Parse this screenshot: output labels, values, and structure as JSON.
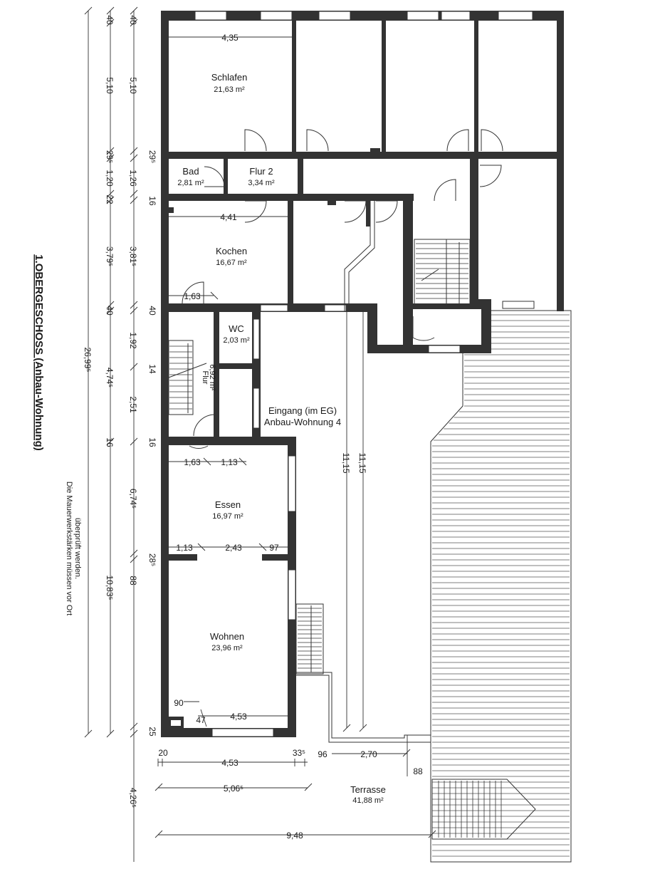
{
  "title": "1.OBERGESCHOSS (Anbau-Wohnung)",
  "note": [
    "Die Mauerwerkstärken müssen vor Ort",
    "überprüft werden."
  ],
  "rooms": {
    "schlafen": {
      "name": "Schlafen",
      "area": "21,63 m²"
    },
    "bad": {
      "name": "Bad",
      "area": "2,81 m²"
    },
    "flur2": {
      "name": "Flur 2",
      "area": "3,34 m²"
    },
    "kochen": {
      "name": "Kochen",
      "area": "16,67 m²"
    },
    "wc": {
      "name": "WC",
      "area": "2,03 m²"
    },
    "flur": {
      "name": "Flur",
      "area": "6,92 m²"
    },
    "eingang": {
      "line1": "Eingang (im EG)",
      "line2": "Anbau-Wohnung 4"
    },
    "essen": {
      "name": "Essen",
      "area": "16,97 m²"
    },
    "wohnen": {
      "name": "Wohnen",
      "area": "23,96 m²"
    },
    "terrasse": {
      "name": "Terrasse",
      "area": "41,88 m²"
    }
  },
  "dims": {
    "d435": "4,35",
    "d441": "4,41",
    "d163a": "1,63",
    "d163b": "1,63",
    "d113a": "1,13",
    "d113b": "1,13",
    "d243": "2,43",
    "d97": "97",
    "d90": "90",
    "d47": "47",
    "d453a": "4,53",
    "d1115a": "11,15",
    "d1115b": "11,15",
    "b20": "20",
    "b335": "33⁵",
    "b453": "4,53",
    "b5065": "5,06⁵",
    "b948": "9,48",
    "b96": "96",
    "b270": "2,70",
    "b88": "88",
    "v2699": "26,99⁵",
    "l40": "40",
    "l510": "5,10",
    "l295": "29⁵",
    "l120": "1,20",
    "l22": "22",
    "l3795": "3,79⁵",
    "l40b": "40",
    "l4745": "4,74⁵",
    "l16": "16",
    "l1083": "10,83⁵",
    "r40": "40",
    "r510": "5,10",
    "r295": "29⁵",
    "r126": "1,26",
    "r16": "16",
    "r3815": "3,81⁵",
    "r40b": "40",
    "r192": "1,92",
    "r14": "14",
    "r251": "2,51",
    "r16b": "16",
    "r6745": "6,74⁵",
    "r285": "28⁵",
    "r88": "88",
    "r25": "25",
    "r4265": "4,26⁵"
  }
}
